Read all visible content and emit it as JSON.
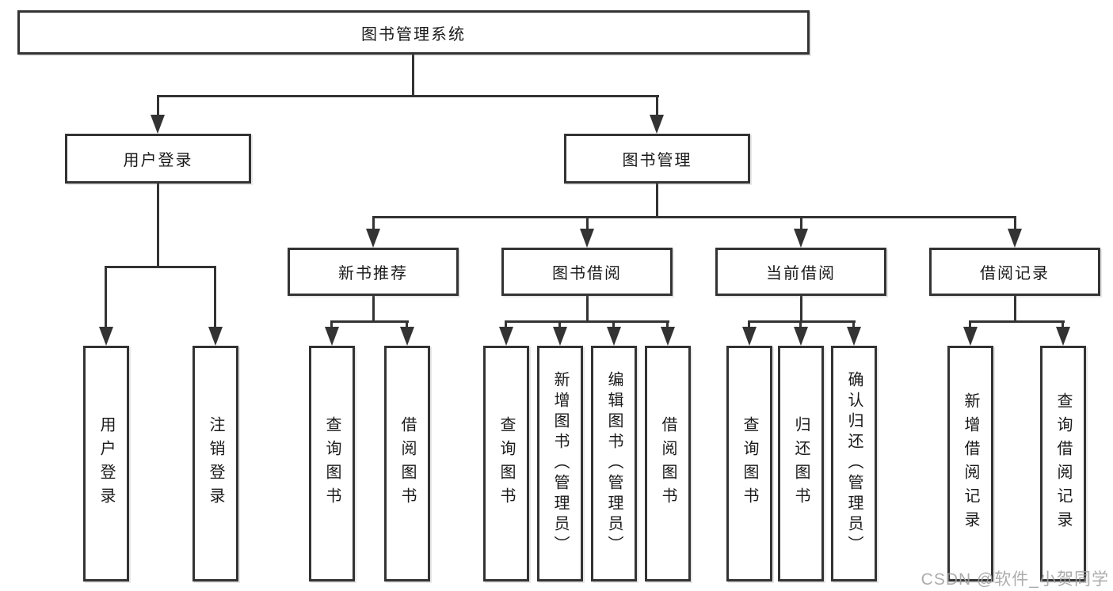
{
  "diagram": {
    "root": "图书管理系统",
    "branches": [
      {
        "label": "用户登录",
        "children": [
          "用户登录",
          "注销登录"
        ]
      },
      {
        "label": "图书管理",
        "sections": [
          {
            "label": "新书推荐",
            "children": [
              "查询图书",
              "借阅图书"
            ]
          },
          {
            "label": "图书借阅",
            "children": [
              "查询图书",
              "新增图书（管理员）",
              "编辑图书（管理员）",
              "借阅图书"
            ]
          },
          {
            "label": "当前借阅",
            "children": [
              "查询图书",
              "归还图书",
              "确认归还（管理员）"
            ]
          },
          {
            "label": "借阅记录",
            "children": [
              "新增借阅记录",
              "查询借阅记录"
            ]
          }
        ]
      }
    ]
  },
  "watermark": {
    "text": "CSDN @软件_小贺同学"
  },
  "colors": {
    "line": "#333333",
    "node_border": "#333333",
    "node_fill": "#ffffff",
    "text": "#1a1a1a",
    "watermark": "#a0a0a0",
    "background": "#ffffff"
  }
}
